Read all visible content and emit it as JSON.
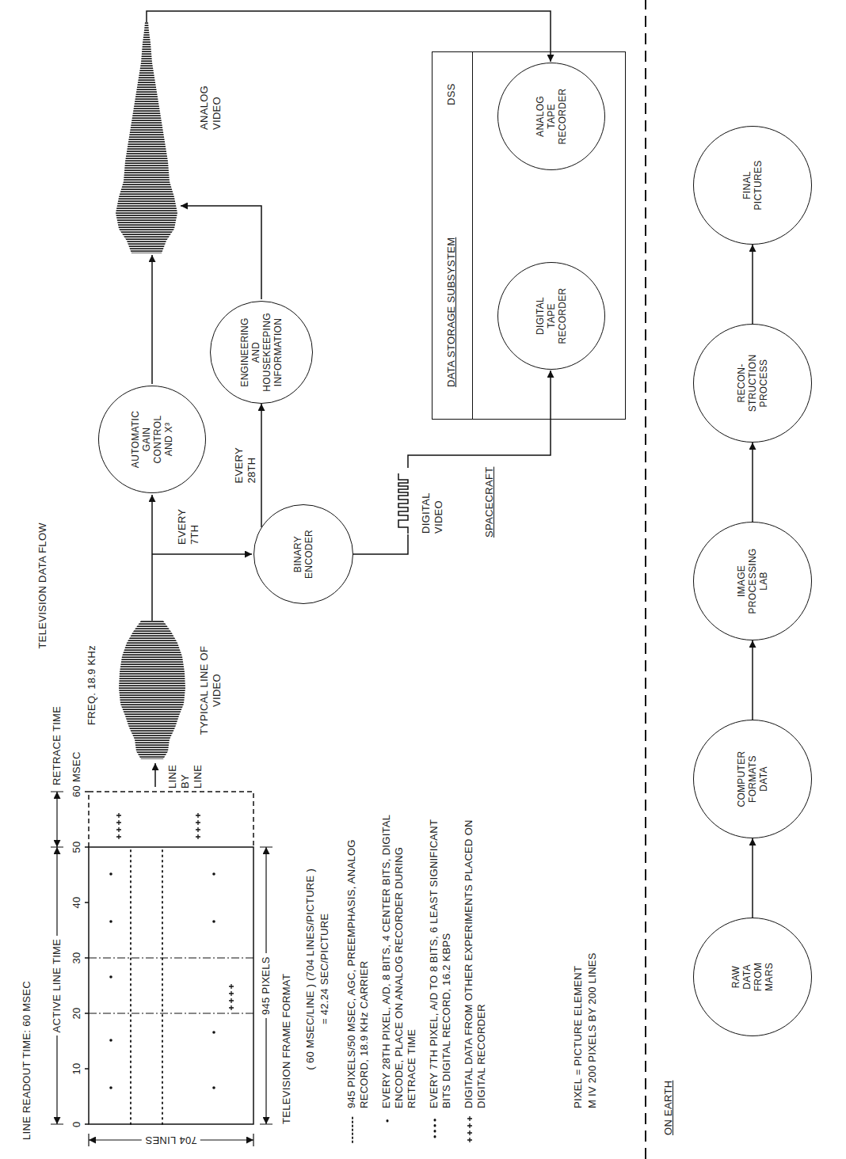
{
  "diagram": {
    "title": "TELEVISION DATA FLOW",
    "nodes": [
      {
        "text": [
          "AUTOMATIC GAIN CONTROL AND X³"
        ]
      },
      {
        "text": [
          "BINARY ENCODER"
        ]
      },
      {
        "text": [
          "ENGINEERING AND HOUSEKEEPING INFORMATION"
        ]
      },
      {
        "text": [
          "DATA STORAGE SUBSYSTEM",
          "DSS"
        ]
      },
      {
        "text": [
          "DIGITAL TAPE RECORDER"
        ],
        "in": 3
      },
      {
        "text": [
          "ANALOG TAPE RECORDER"
        ],
        "in": 3
      },
      {
        "text": [
          "RAW DATA FROM MARS"
        ]
      },
      {
        "text": [
          "COMPUTER FORMATS DATA"
        ]
      },
      {
        "text": [
          "IMAGE PROCESSING LAB"
        ]
      },
      {
        "text": [
          "RECON- STRUCTION PROCESS"
        ]
      },
      {
        "text": [
          "FINAL PICTURES"
        ]
      }
    ],
    "edges": [
      {
        "from": 1,
        "to": 2,
        "label": "EVERY 28TH",
        "arrow": "to"
      },
      {
        "from": 1,
        "to": 4,
        "arrow": "to"
      },
      {
        "from": 6,
        "to": 7,
        "arrow": "to"
      },
      {
        "from": 7,
        "to": 8,
        "arrow": "to"
      },
      {
        "from": 8,
        "to": 9,
        "arrow": "to"
      },
      {
        "from": 9,
        "to": 10,
        "arrow": "to"
      }
    ],
    "labels": [
      "LINE READOUT TIME: 60 MSEC",
      "ACTIVE LINE TIME",
      "RETRACE TIME",
      "0",
      "10",
      "20",
      "30",
      "40",
      "50",
      "60 MSEC",
      "704 LINES",
      "945 PIXELS",
      "TELEVISION FRAME FORMAT",
      "( 60 MSEC/LINE ) (704 LINES/PICTURE )",
      "= 42.24 SEC/PICTURE",
      "PIXEL = PICTURE ELEMENT",
      "M IV 200 PIXELS BY 200 LINES",
      "LINE BY LINE",
      "FREQ. 18.9 KHz",
      "TYPICAL LINE OF VIDEO",
      "EVERY 7TH",
      "ANALOG VIDEO",
      "DIGITAL VIDEO",
      "SPACECRAFT",
      "ON EARTH"
    ],
    "legend": [
      {
        "text": "945 PIXELS/50 MSEC, AGC, PREEMPHASIS, ANALOG RECORD, 18.9 KHz CARRIER"
      },
      {
        "text": "EVERY 28TH PIXEL, A/D, 8 BITS, 4 CENTER BITS, DIGITAL ENCODE, PLACE ON ANALOG RECORDER DURING RETRACE TIME"
      },
      {
        "text": "EVERY 7TH PIXEL, A/D TO 8 BITS, 6 LEAST SIGNIFICANT BITS DIGITAL RECORD, 16.2 KBPS"
      },
      {
        "text": "DIGITAL DATA FROM OTHER EXPERIMENTS PLACED ON DIGITAL RECORDER"
      }
    ]
  }
}
